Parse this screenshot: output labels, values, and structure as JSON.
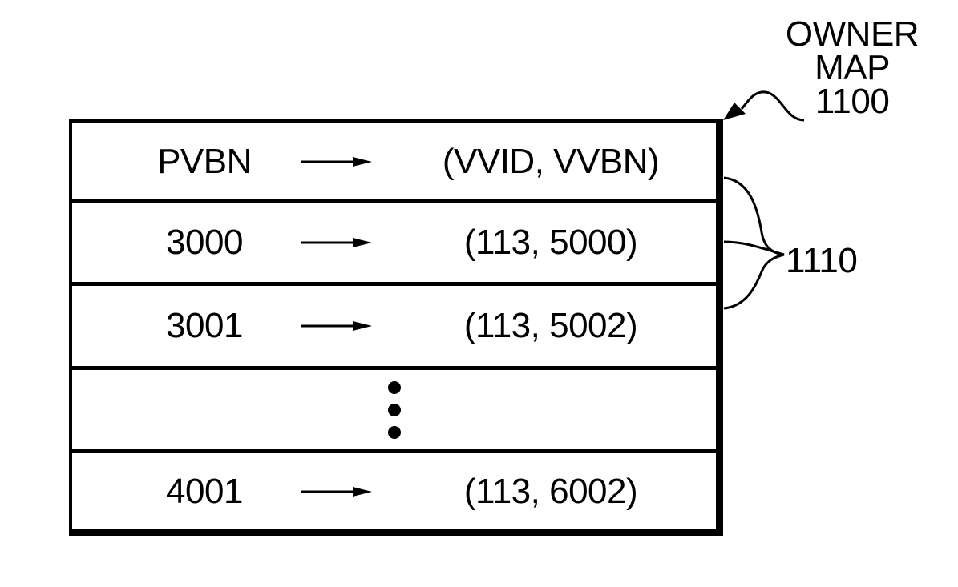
{
  "owner_map": {
    "label_line1": "OWNER",
    "label_line2": "MAP",
    "label_line3": "1100"
  },
  "entries_ref": "1110",
  "header": {
    "left": "PVBN",
    "right": "(VVID, VVBN)"
  },
  "rows": [
    {
      "pvbn": "3000",
      "mapping": "(113, 5000)"
    },
    {
      "pvbn": "3001",
      "mapping": "(113, 5002)"
    },
    {
      "pvbn": "4001",
      "mapping": "(113, 6002)"
    }
  ]
}
